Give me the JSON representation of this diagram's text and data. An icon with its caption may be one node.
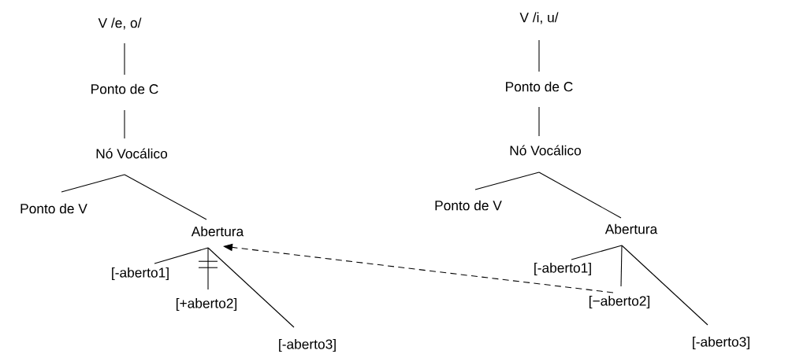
{
  "diagram": {
    "nodes": [
      {
        "text": [
          "V /e, o/"
        ]
      },
      {
        "text": [
          "Ponto de C"
        ]
      },
      {
        "text": [
          "Nó Vocálico"
        ]
      },
      {
        "text": [
          "Ponto de V"
        ]
      },
      {
        "text": [
          "Abertura"
        ]
      },
      {
        "text": [
          "[-aberto1]"
        ]
      },
      {
        "text": [
          "[+aberto2]"
        ]
      },
      {
        "text": [
          "[-aberto3]"
        ]
      },
      {
        "text": [
          "V /i, u/"
        ]
      },
      {
        "text": [
          "Ponto de C"
        ]
      },
      {
        "text": [
          "Nó Vocálico"
        ]
      },
      {
        "text": [
          "Ponto de V"
        ]
      },
      {
        "text": [
          "Abertura"
        ]
      },
      {
        "text": [
          "[-aberto1]"
        ]
      },
      {
        "text": [
          "[−aberto2]"
        ]
      },
      {
        "text": [
          "[-aberto3]"
        ]
      }
    ],
    "edges": [
      {
        "from": 0,
        "to": 1,
        "arrow": "none"
      },
      {
        "from": 1,
        "to": 2,
        "arrow": "none"
      },
      {
        "from": 2,
        "to": 3,
        "arrow": "none"
      },
      {
        "from": 2,
        "to": 4,
        "arrow": "none"
      },
      {
        "from": 4,
        "to": 5,
        "arrow": "none"
      },
      {
        "from": 4,
        "to": 6,
        "arrow": "none"
      },
      {
        "from": 4,
        "to": 7,
        "arrow": "none"
      },
      {
        "from": 8,
        "to": 9,
        "arrow": "none"
      },
      {
        "from": 9,
        "to": 10,
        "arrow": "none"
      },
      {
        "from": 10,
        "to": 11,
        "arrow": "none"
      },
      {
        "from": 10,
        "to": 12,
        "arrow": "none"
      },
      {
        "from": 12,
        "to": 13,
        "arrow": "none"
      },
      {
        "from": 12,
        "to": 14,
        "arrow": "none"
      },
      {
        "from": 12,
        "to": 15,
        "arrow": "none"
      },
      {
        "from": 14,
        "to": 4,
        "arrow": "to",
        "style": "dashed"
      }
    ]
  }
}
